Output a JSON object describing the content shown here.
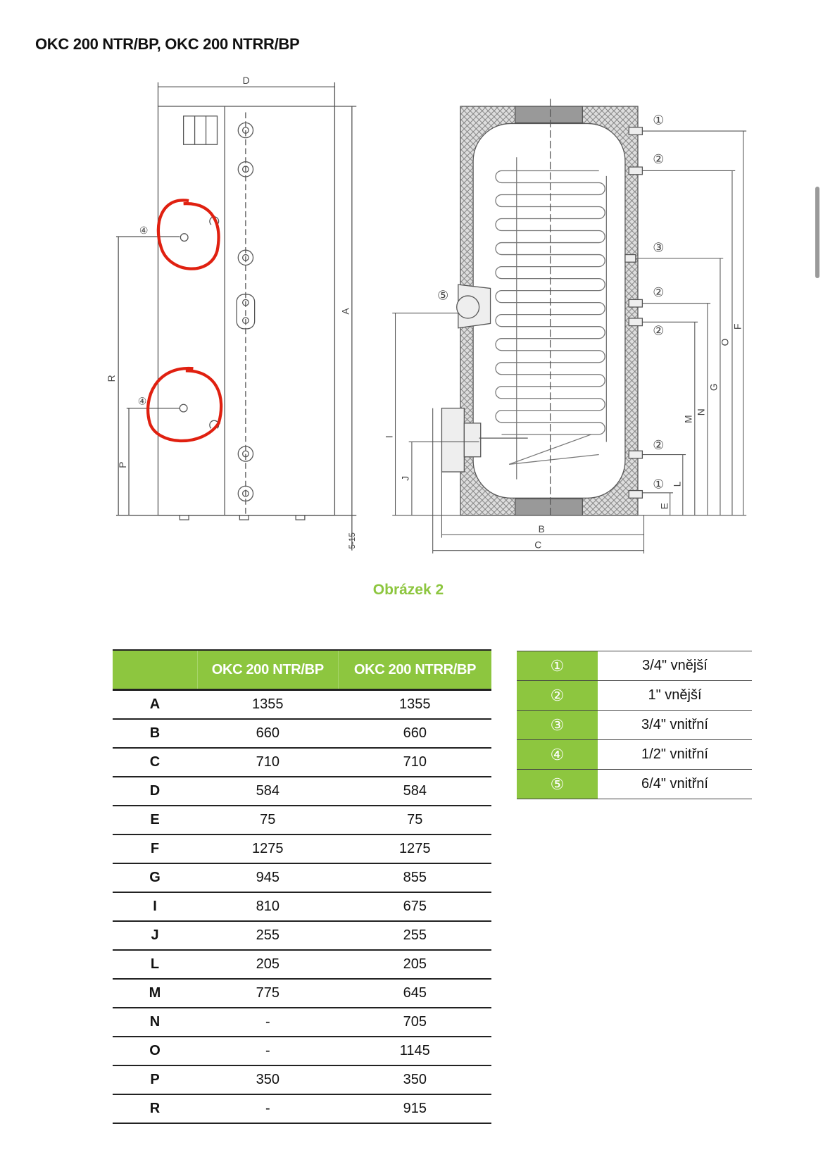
{
  "page_title": "OKC 200 NTR/BP, OKC 200 NTRR/BP",
  "drawing": {
    "dimension_labels": [
      "D",
      "A",
      "R",
      "P",
      "5-15",
      "F",
      "O",
      "G",
      "N",
      "M",
      "L",
      "E",
      "I",
      "J",
      "B",
      "C"
    ],
    "connection_markers": [
      "①",
      "②",
      "③",
      "④",
      "⑤"
    ]
  },
  "caption": "Obrázek 2",
  "dimensions_table": {
    "headers": [
      "",
      "OKC 200 NTR/BP",
      "OKC 200 NTRR/BP"
    ],
    "rows": [
      [
        "A",
        "1355",
        "1355"
      ],
      [
        "B",
        "660",
        "660"
      ],
      [
        "C",
        "710",
        "710"
      ],
      [
        "D",
        "584",
        "584"
      ],
      [
        "E",
        "75",
        "75"
      ],
      [
        "F",
        "1275",
        "1275"
      ],
      [
        "G",
        "945",
        "855"
      ],
      [
        "I",
        "810",
        "675"
      ],
      [
        "J",
        "255",
        "255"
      ],
      [
        "L",
        "205",
        "205"
      ],
      [
        "M",
        "775",
        "645"
      ],
      [
        "N",
        "-",
        "705"
      ],
      [
        "O",
        "-",
        "1145"
      ],
      [
        "P",
        "350",
        "350"
      ],
      [
        "R",
        "-",
        "915"
      ]
    ]
  },
  "connections_legend": [
    {
      "marker": "①",
      "value": "3/4\" vnější"
    },
    {
      "marker": "②",
      "value": "1\" vnější"
    },
    {
      "marker": "③",
      "value": "3/4\" vnitřní"
    },
    {
      "marker": "④",
      "value": "1/2\" vnitřní"
    },
    {
      "marker": "⑤",
      "value": "6/4\" vnitřní"
    }
  ],
  "colors": {
    "accent": "#8dc63f",
    "annotation": "#e02010"
  }
}
